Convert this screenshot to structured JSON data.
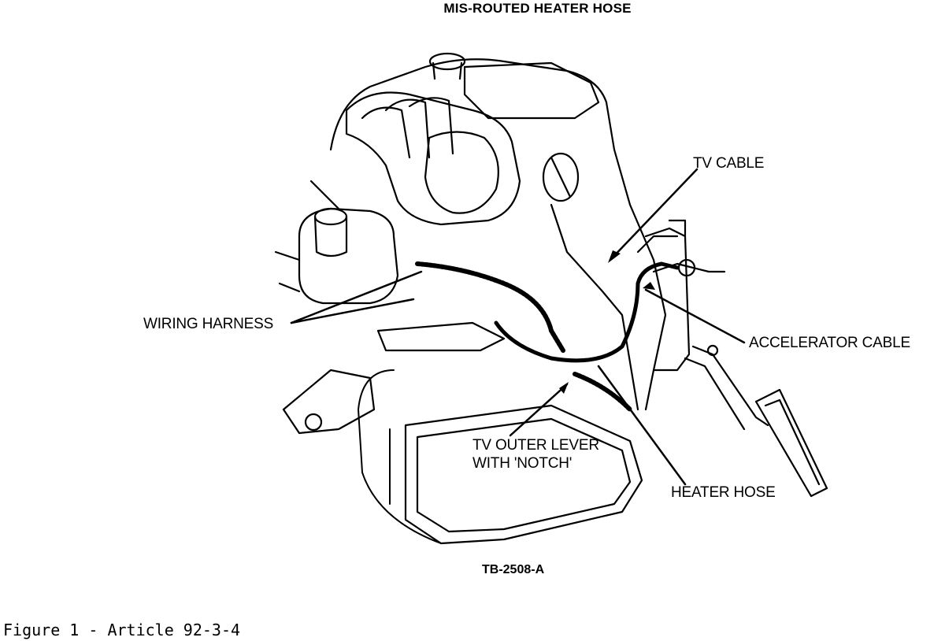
{
  "figure": {
    "title": "MIS-ROUTED HEATER HOSE",
    "code": "TB-2508-A",
    "caption": "Figure 1 - Article 92-3-4"
  },
  "callouts": {
    "tv_cable": "TV CABLE",
    "wiring_harness": "WIRING HARNESS",
    "accelerator_cable": "ACCELERATOR CABLE",
    "tv_outer_lever_line1": "TV OUTER LEVER",
    "tv_outer_lever_line2": "WITH 'NOTCH'",
    "heater_hose": "HEATER HOSE"
  }
}
